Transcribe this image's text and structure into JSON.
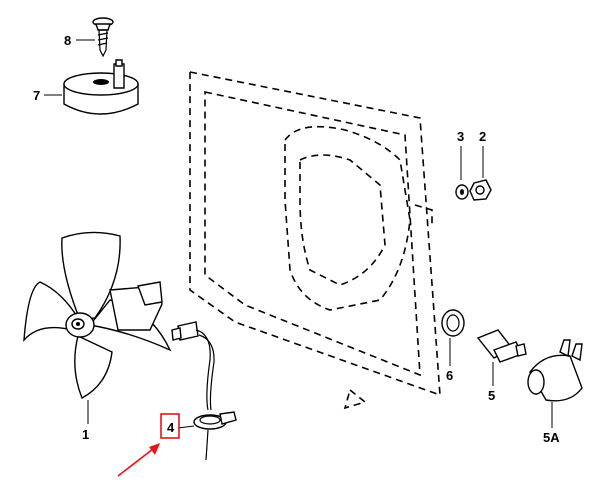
{
  "labels": {
    "p8": "8",
    "p7": "7",
    "p3": "3",
    "p2": "2",
    "p1": "1",
    "p4": "4",
    "p6": "6",
    "p5": "5",
    "p5a": "5A"
  },
  "colors": {
    "ink": "#000000",
    "highlight": "#e8141b",
    "background": "#ffffff"
  }
}
